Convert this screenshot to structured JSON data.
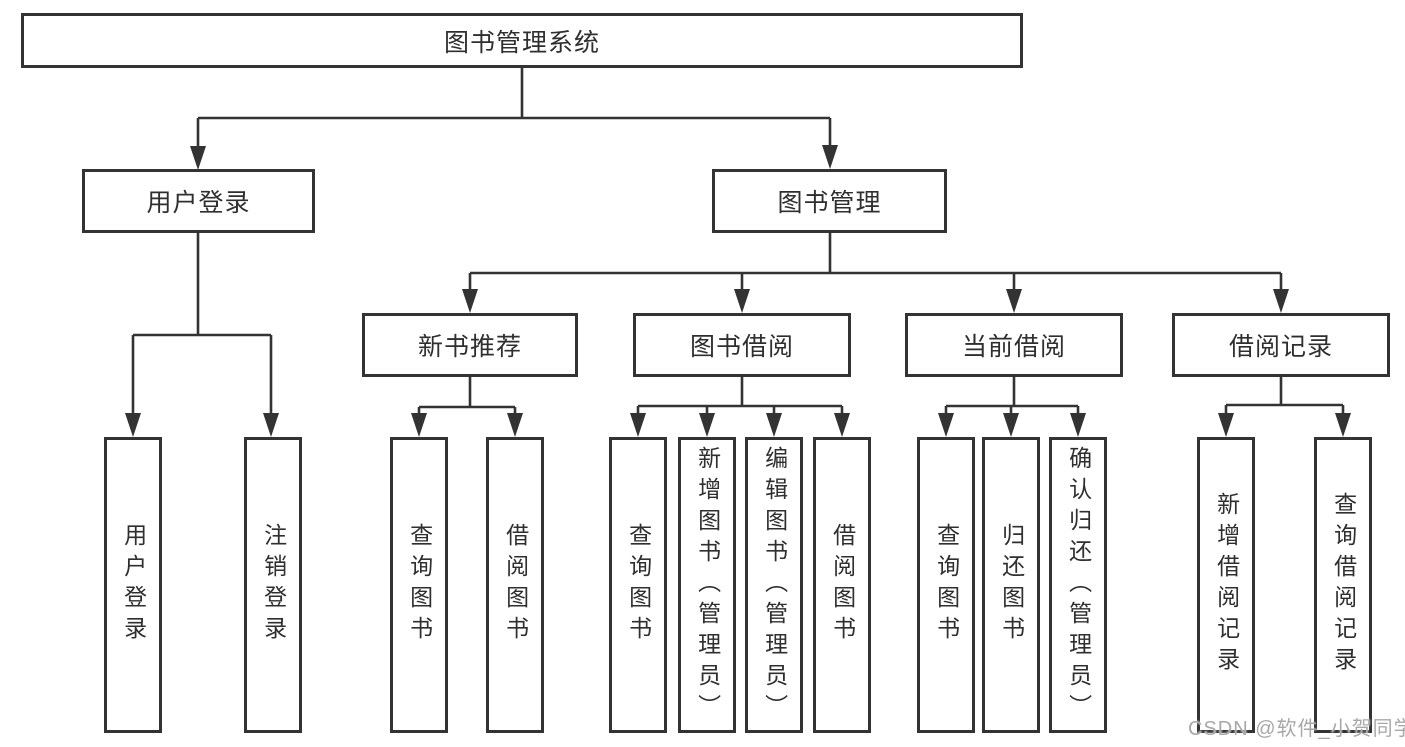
{
  "tree": {
    "root": {
      "label": "图书管理系统"
    },
    "level2": [
      {
        "id": "user-login",
        "label": "用户登录"
      },
      {
        "id": "book-management",
        "label": "图书管理"
      }
    ],
    "level3": [
      {
        "id": "new-books",
        "label": "新书推荐"
      },
      {
        "id": "book-borrow",
        "label": "图书借阅"
      },
      {
        "id": "current-borrow",
        "label": "当前借阅"
      },
      {
        "id": "borrow-records",
        "label": "借阅记录"
      }
    ],
    "leaves": [
      {
        "parent": "用户登录",
        "label": "用户登录"
      },
      {
        "parent": "用户登录",
        "label": "注销登录"
      },
      {
        "parent": "新书推荐",
        "label": "查询图书"
      },
      {
        "parent": "新书推荐",
        "label": "借阅图书"
      },
      {
        "parent": "图书借阅",
        "label": "查询图书"
      },
      {
        "parent": "图书借阅",
        "label": "新增图书（管理员）"
      },
      {
        "parent": "图书借阅",
        "label": "编辑图书（管理员）"
      },
      {
        "parent": "图书借阅",
        "label": "借阅图书"
      },
      {
        "parent": "当前借阅",
        "label": "查询图书"
      },
      {
        "parent": "当前借阅",
        "label": "归还图书"
      },
      {
        "parent": "当前借阅",
        "label": "确认归还（管理员）"
      },
      {
        "parent": "借阅记录",
        "label": "新增借阅记录"
      },
      {
        "parent": "借阅记录",
        "label": "查询借阅记录"
      }
    ]
  },
  "watermark": {
    "text": "CSDN @软件_小贺同学"
  },
  "colors": {
    "line": "#333333",
    "box_border": "#333333",
    "text": "#2f2f2f",
    "watermark": "#a8a8a8",
    "background": "#ffffff"
  }
}
